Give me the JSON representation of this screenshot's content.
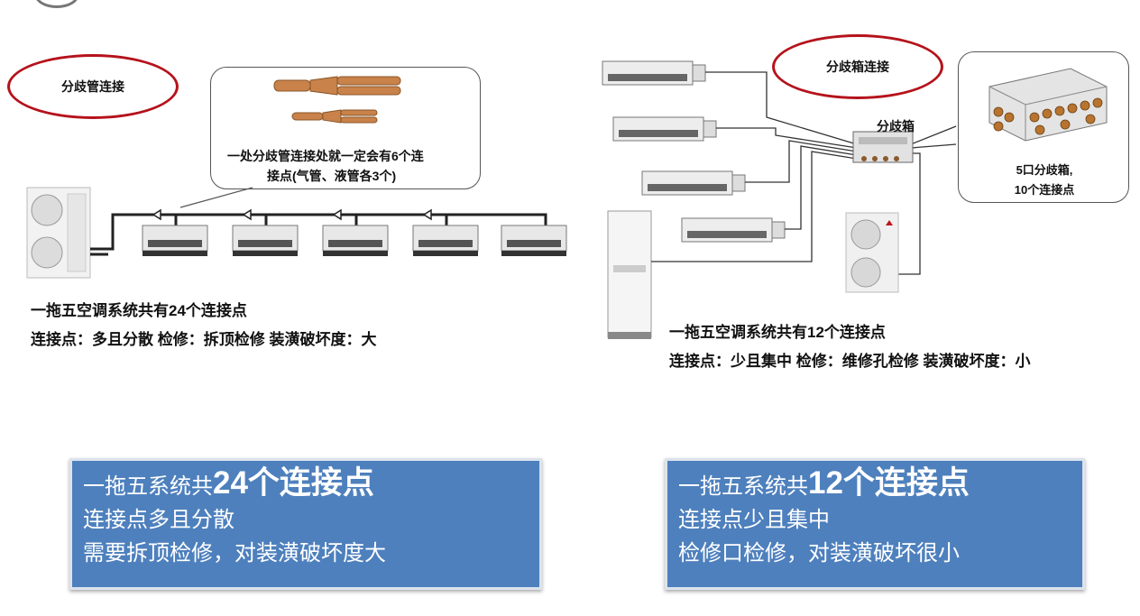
{
  "left": {
    "oval_label": "分歧管连接",
    "callout_text_line1": "一处分歧管连接处就一定会有6个连",
    "callout_text_line2": "接点(气管、液管各3个)",
    "caption_line1": "一拖五空调系统共有24个连接点",
    "caption_line2": "连接点：多且分散  检修：拆顶检修  装潢破坏度：大",
    "summary_prefix": "一拖五系统共",
    "summary_highlight": "24个连接点",
    "summary_line2": "连接点多且分散",
    "summary_line3": "需要拆顶检修，对装潢破坏度大"
  },
  "right": {
    "oval_label": "分歧箱连接",
    "box_label": "分歧箱",
    "callout_text_line1": "5口分歧箱,",
    "callout_text_line2": "10个连接点",
    "caption_line1": "一拖五空调系统共有12个连接点",
    "caption_line2": "连接点：少且集中  检修：维修孔检修  装潢破坏度：小",
    "summary_prefix": "一拖五系统共",
    "summary_highlight": "12个连接点",
    "summary_line2": "连接点少且集中",
    "summary_line3": "检修口检修，对装潢破坏很小"
  },
  "colors": {
    "oval_border": "#b5121b",
    "summary_bg": "#4e80bd",
    "pipe": "#222222",
    "copper": "#c8824a"
  }
}
